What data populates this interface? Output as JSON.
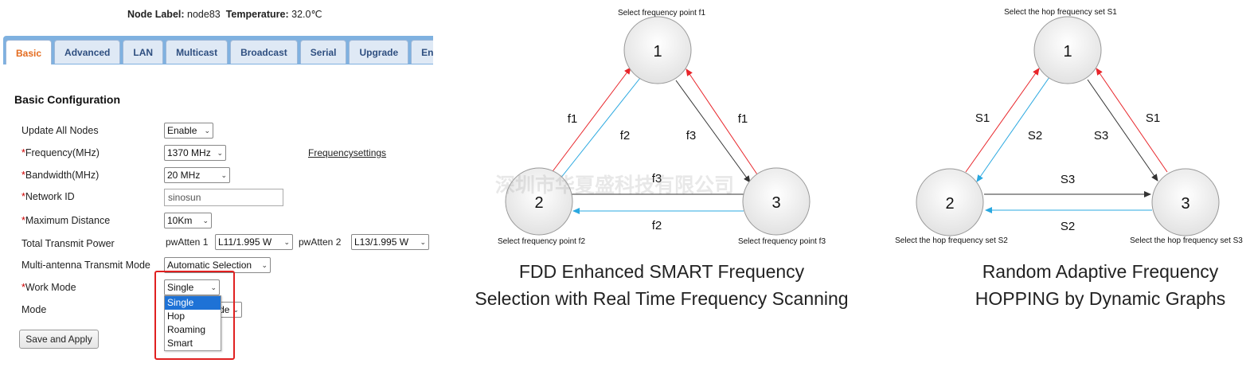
{
  "header": {
    "node_label_key": "Node Label:",
    "node_label_value": "node83",
    "temperature_key": "Temperature:",
    "temperature_value": "32.0℃"
  },
  "tabs": [
    {
      "label": "Basic",
      "active": true
    },
    {
      "label": "Advanced",
      "active": false
    },
    {
      "label": "LAN",
      "active": false
    },
    {
      "label": "Multicast",
      "active": false
    },
    {
      "label": "Broadcast",
      "active": false
    },
    {
      "label": "Serial",
      "active": false
    },
    {
      "label": "Upgrade",
      "active": false
    },
    {
      "label": "Encryption",
      "active": false
    }
  ],
  "form": {
    "section_title": "Basic Configuration",
    "update_all_nodes": {
      "label": "Update All Nodes",
      "value": "Enable"
    },
    "frequency": {
      "star": "*",
      "label": "Frequency(MHz)",
      "value": "1370 MHz",
      "link": "Frequencysettings"
    },
    "bandwidth": {
      "star": "*",
      "label": "Bandwidth(MHz)",
      "value": "20 MHz"
    },
    "network_id": {
      "star": "*",
      "label": "Network ID",
      "value": "sinosun"
    },
    "max_distance": {
      "star": "*",
      "label": "Maximum Distance",
      "value": "10Km"
    },
    "tx_power": {
      "label": "Total Transmit Power",
      "atten1_label": "pwAtten 1",
      "atten1_value": "L11/1.995 W",
      "atten2_label": "pwAtten 2",
      "atten2_value": "L13/1.995 W"
    },
    "multi_antenna": {
      "label": "Multi-antenna Transmit Mode",
      "value": "Automatic Selection"
    },
    "work_mode": {
      "star": "*",
      "label": "Work Mode",
      "value": "Single",
      "options": [
        "Single",
        "Hop",
        "Roaming",
        "Smart"
      ]
    },
    "mode": {
      "label": "Mode",
      "value_visible": "de"
    },
    "save_button": "Save and Apply"
  },
  "diagram_fdd": {
    "nodes": [
      "1",
      "2",
      "3"
    ],
    "node1_caption": "Select frequency point f1",
    "node2_caption": "Select frequency point f2",
    "node3_caption": "Select frequency point f3",
    "edge_labels": {
      "e12_up": "f1",
      "e21_down": "f2",
      "e13_down": "f3",
      "e31_up": "f1",
      "e23": "f3",
      "e32": "f2"
    },
    "caption_line1": "FDD Enhanced SMART Frequency",
    "caption_line2": "Selection with Real Time Frequency Scanning",
    "watermark": "深圳市华夏盛科技有限公司"
  },
  "diagram_hop": {
    "nodes": [
      "1",
      "2",
      "3"
    ],
    "node1_caption": "Select the hop frequency set S1",
    "node2_caption": "Select the hop frequency set S2",
    "node3_caption": "Select the hop frequency set S3",
    "edge_labels": {
      "e12_up": "S1",
      "e21_down": "S2",
      "e13_down": "S3",
      "e31_up": "S1",
      "e23": "S3",
      "e32": "S2"
    },
    "caption_line1": "Random Adaptive Frequency",
    "caption_line2": "HOPPING by Dynamic Graphs"
  },
  "colors": {
    "arrow_red": "#e8252a",
    "arrow_blue": "#2aa8e0",
    "arrow_dark": "#333333",
    "tab_active_text": "#e46b1e",
    "highlight": "#e02020"
  }
}
